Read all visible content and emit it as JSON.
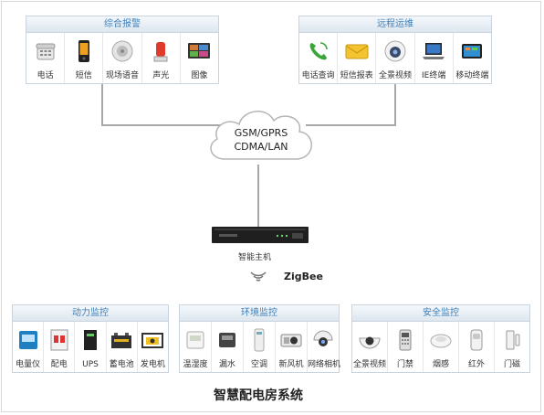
{
  "top_left_panel": {
    "title": "综合报警",
    "items": [
      {
        "label": "电话",
        "icon": "telephone-icon"
      },
      {
        "label": "短信",
        "icon": "mobile-phone-icon"
      },
      {
        "label": "现场语音",
        "icon": "speaker-icon"
      },
      {
        "label": "声光",
        "icon": "alarm-light-icon"
      },
      {
        "label": "图像",
        "icon": "image-screen-icon"
      }
    ]
  },
  "top_right_panel": {
    "title": "远程运维",
    "items": [
      {
        "label": "电话查询",
        "icon": "phone-call-icon"
      },
      {
        "label": "短信报表",
        "icon": "sms-report-icon"
      },
      {
        "label": "全景视频",
        "icon": "panoramic-camera-icon"
      },
      {
        "label": "IE终端",
        "icon": "laptop-icon"
      },
      {
        "label": "移动终端",
        "icon": "tablet-icon"
      }
    ]
  },
  "cloud": {
    "line1": "GSM/GPRS",
    "line2": "CDMA/LAN"
  },
  "host": {
    "label": "智能主机"
  },
  "zigbee": {
    "label": "ZigBee"
  },
  "bottom_left_panel": {
    "title": "动力监控",
    "items": [
      {
        "label": "电量仪",
        "icon": "power-meter-icon"
      },
      {
        "label": "配电",
        "icon": "breaker-icon"
      },
      {
        "label": "UPS",
        "icon": "ups-icon"
      },
      {
        "label": "蓄电池",
        "icon": "battery-icon"
      },
      {
        "label": "发电机",
        "icon": "generator-icon"
      }
    ]
  },
  "bottom_mid_panel": {
    "title": "环境监控",
    "items": [
      {
        "label": "温湿度",
        "icon": "thermo-hygrometer-icon"
      },
      {
        "label": "漏水",
        "icon": "water-leak-icon"
      },
      {
        "label": "空调",
        "icon": "air-conditioner-icon"
      },
      {
        "label": "新风机",
        "icon": "fresh-air-icon"
      },
      {
        "label": "网络相机",
        "icon": "network-camera-icon"
      }
    ]
  },
  "bottom_right_panel": {
    "title": "安全监控",
    "items": [
      {
        "label": "全景视频",
        "icon": "dome-camera-icon"
      },
      {
        "label": "门禁",
        "icon": "access-control-icon"
      },
      {
        "label": "烟感",
        "icon": "smoke-detector-icon"
      },
      {
        "label": "红外",
        "icon": "infrared-sensor-icon"
      },
      {
        "label": "门磁",
        "icon": "door-sensor-icon"
      }
    ]
  },
  "caption": "智慧配电房系统"
}
